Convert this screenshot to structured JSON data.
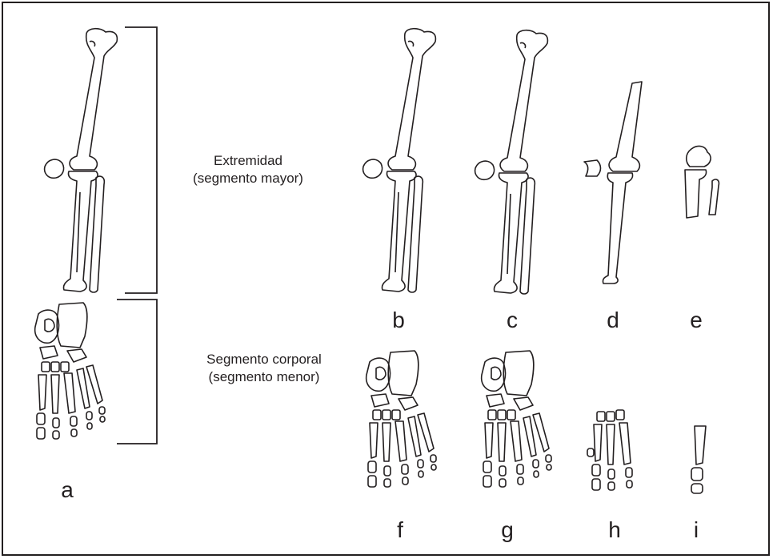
{
  "captions": {
    "major_line1": "Extremidad",
    "major_line2": "(segmento mayor)",
    "minor_line1": "Segmento corporal",
    "minor_line2": "(segmento menor)"
  },
  "labels": {
    "a": "a",
    "b": "b",
    "c": "c",
    "d": "d",
    "e": "e",
    "f": "f",
    "g": "g",
    "h": "h",
    "i": "i"
  },
  "colors": {
    "line": "#231f20",
    "background": "#ffffff"
  }
}
